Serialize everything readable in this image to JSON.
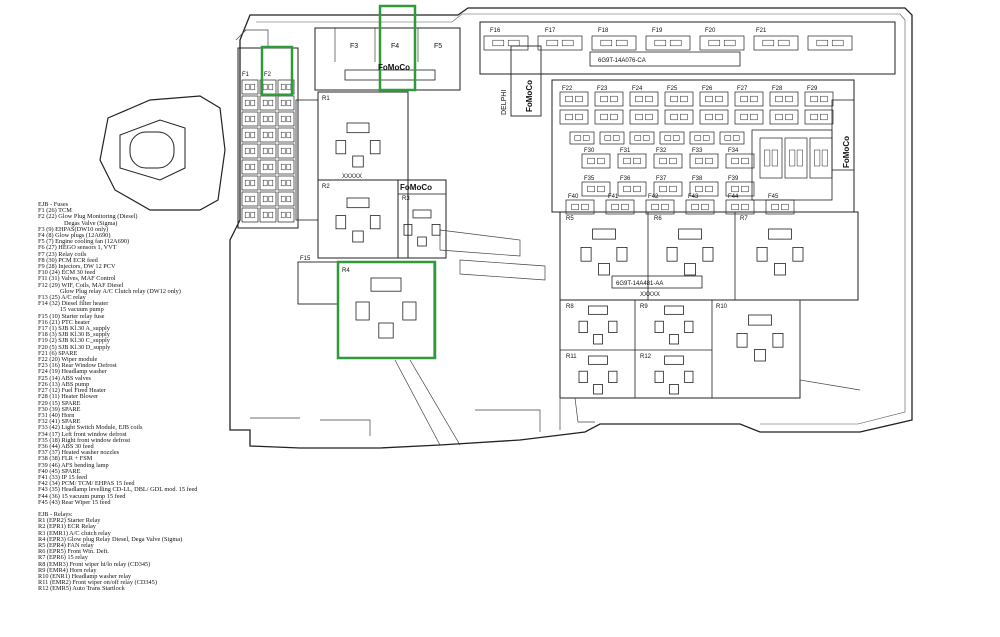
{
  "diagram": {
    "fuse_box_top_labels": [
      "F3",
      "F4",
      "F5"
    ],
    "fuse_strip_labels": [
      "F16",
      "F17",
      "F18",
      "F19",
      "F20",
      "F21"
    ],
    "left_fuse_labels": [
      "F1",
      "F2"
    ],
    "fuse_row1_labels": [
      "F22",
      "F23",
      "F24",
      "F25",
      "F26",
      "F27",
      "F28",
      "F29"
    ],
    "fuse_row2_labels": [
      "F30",
      "F31",
      "F32",
      "F33",
      "F34"
    ],
    "fuse_row3_labels": [
      "F35",
      "F36",
      "F37",
      "F38",
      "F39"
    ],
    "fuse_row4_labels": [
      "F40",
      "F41",
      "F42",
      "F43",
      "F44",
      "F45"
    ],
    "relay_labels": [
      "R1",
      "R2",
      "R3",
      "R4",
      "R5",
      "R6",
      "R7",
      "R8",
      "R9",
      "R10",
      "R11",
      "R12"
    ],
    "f15_label": "F15",
    "brand_text": "FoMoCo",
    "delphi_text": "DELPHI",
    "part_number_top": "6G9T-14A076-CA",
    "part_number_mid": "6G9T-14A481-AA",
    "code_xxxxx": "XXXXX",
    "highlight_color": "#2e9a3a"
  },
  "legend": {
    "lines": [
      {
        "t": "EJB - Fuses",
        "c": ""
      },
      {
        "t": "F1 (26) TCM",
        "c": ""
      },
      {
        "t": "F2 (22) Glow Plug Monitoring (Diesel)",
        "c": ""
      },
      {
        "t": "Degas Valve (Sigma)",
        "c": "ind1"
      },
      {
        "t": "F3 (9) EHPAS(DW10 only)",
        "c": ""
      },
      {
        "t": "F4 (8) Glow plugs (12A690)",
        "c": ""
      },
      {
        "t": "F5 (7) Engine cooling fan (12A690)",
        "c": ""
      },
      {
        "t": "F6 (27) HEGO sensors 1, VVT",
        "c": ""
      },
      {
        "t": "F7 (23) Relay coils",
        "c": ""
      },
      {
        "t": "F8 (30) PCM ECR feed",
        "c": ""
      },
      {
        "t": "F9 (28) Injectors, DW 12 PCV",
        "c": ""
      },
      {
        "t": "F10 (24) ECM 30 feed",
        "c": ""
      },
      {
        "t": "F11 (31) Valves, MAF Control",
        "c": ""
      },
      {
        "t": "F12 (29) WIF, Coils, MAF Diesel",
        "c": ""
      },
      {
        "t": "Glow Plug relay A/C Clutch relay (DW12 only)",
        "c": "ind2"
      },
      {
        "t": "F13 (25) A/C relay",
        "c": ""
      },
      {
        "t": "F14 (32) Diesel filter heater",
        "c": ""
      },
      {
        "t": "15 vacuum pump",
        "c": "ind2"
      },
      {
        "t": "F15 (10) Starter relay fuse",
        "c": ""
      },
      {
        "t": "F16 (21) PTC heater",
        "c": ""
      },
      {
        "t": "F17 (1) SJB Kl.30 A_supply",
        "c": ""
      },
      {
        "t": "F18 (3) SJB Kl.30 B_supply",
        "c": ""
      },
      {
        "t": "F19 (2) SJB Kl.30 C_supply",
        "c": ""
      },
      {
        "t": "F20 (5) SJB Kl.30 D_supply",
        "c": ""
      },
      {
        "t": "F21 (6) SPARE",
        "c": ""
      },
      {
        "t": "F22 (20) Wiper module",
        "c": ""
      },
      {
        "t": "F23 (16) Rear Window Defrost",
        "c": ""
      },
      {
        "t": "F24 (19) Headlamp washer",
        "c": ""
      },
      {
        "t": "F25 (14) ABS valves",
        "c": ""
      },
      {
        "t": "F26 (13) ABS pump",
        "c": ""
      },
      {
        "t": "F27 (12) Fuel Fired Heater",
        "c": ""
      },
      {
        "t": "F28 (11) Heater Blower",
        "c": ""
      },
      {
        "t": "F29 (15) SPARE",
        "c": ""
      },
      {
        "t": "F30 (39) SPARE",
        "c": ""
      },
      {
        "t": "F31 (40) Horn",
        "c": ""
      },
      {
        "t": "F32 (41) SPARE",
        "c": ""
      },
      {
        "t": "F33 (42) Light Switch Module, EJB coils",
        "c": ""
      },
      {
        "t": "F34 (17) Left front window defrost",
        "c": ""
      },
      {
        "t": "F35 (18) Right front window defrost",
        "c": ""
      },
      {
        "t": "F36 (44) ABS 30 feed",
        "c": ""
      },
      {
        "t": "F37 (37) Heated washer nozzles",
        "c": ""
      },
      {
        "t": "F38 (38) FLR + FSM",
        "c": ""
      },
      {
        "t": "F39 (46) AFS bending lamp",
        "c": ""
      },
      {
        "t": "F40 (45) SPARE",
        "c": ""
      },
      {
        "t": "F41 (33) IP 15 feed",
        "c": ""
      },
      {
        "t": "F42 (34) PCM/ TCM/ EHPAS 15 feed",
        "c": ""
      },
      {
        "t": "F43 (35) Headlamp levelling CD-LL, DBL/ GDL mod. 15 feed",
        "c": ""
      },
      {
        "t": "F44 (36) 15 vacuum pump 15 feed",
        "c": ""
      },
      {
        "t": "F45 (43) Rear Wiper 15 feed",
        "c": ""
      },
      {
        "t": "",
        "c": "gap"
      },
      {
        "t": "EJB - Relays:",
        "c": ""
      },
      {
        "t": "R1 (EPR2) Starter Relay",
        "c": ""
      },
      {
        "t": "R2 (EPR1) ECR Relay",
        "c": ""
      },
      {
        "t": "R3 (EMR1) A/C clutch relay",
        "c": ""
      },
      {
        "t": "R4 (EPR3) Glow plug Relay Diesel, Dega Valve (Sigma)",
        "c": ""
      },
      {
        "t": "R5 (EPR4) FAN relay",
        "c": ""
      },
      {
        "t": "R6 (EPR5) Front Win. Deft.",
        "c": ""
      },
      {
        "t": "R7 (EPR6) 15 relay",
        "c": ""
      },
      {
        "t": "R8 (EMR3) Front wiper hi/lo relay (CD345)",
        "c": ""
      },
      {
        "t": "R9 (EMR4) Horn relay",
        "c": ""
      },
      {
        "t": "R10 (ENR1) Headlamp washer relay",
        "c": ""
      },
      {
        "t": "R11 (EMR2) Front wiper on/off relay (CD345)",
        "c": ""
      },
      {
        "t": "R12 (EMR5) Auto Trans Startlock",
        "c": ""
      }
    ]
  }
}
